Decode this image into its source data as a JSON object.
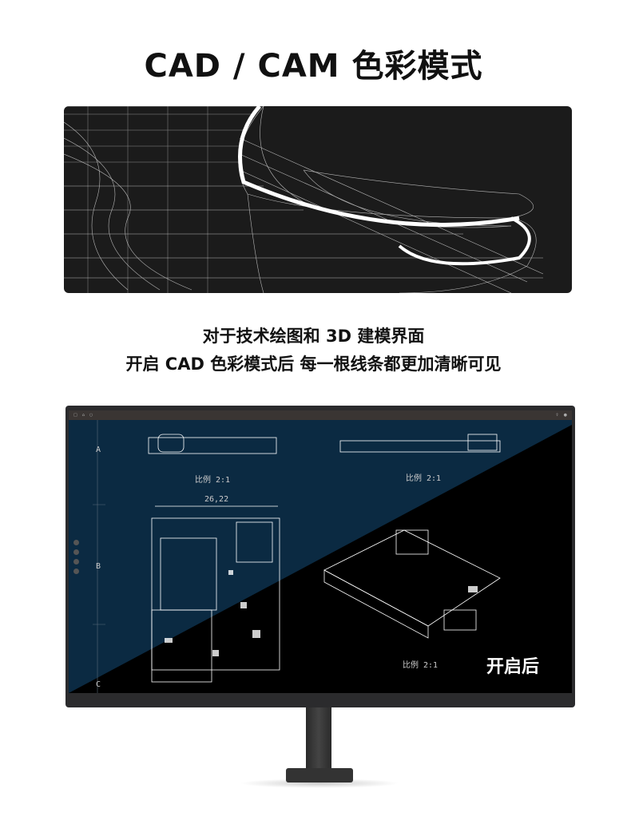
{
  "title": "CAD / CAM 色彩模式",
  "subtitle": {
    "line1": "对于技术绘图和 3D 建模界面",
    "line2": "开启 CAD 色彩模式后 每一根线条都更加清晰可见"
  },
  "screen": {
    "row_labels": [
      "A",
      "B",
      "C"
    ],
    "scale_labels": [
      "比例 2:1",
      "比例 2:1",
      "比例 2:1"
    ],
    "dimension": "26,22",
    "badge": "开启后"
  },
  "colors": {
    "navy": "#0b2a42",
    "black": "#000000"
  }
}
